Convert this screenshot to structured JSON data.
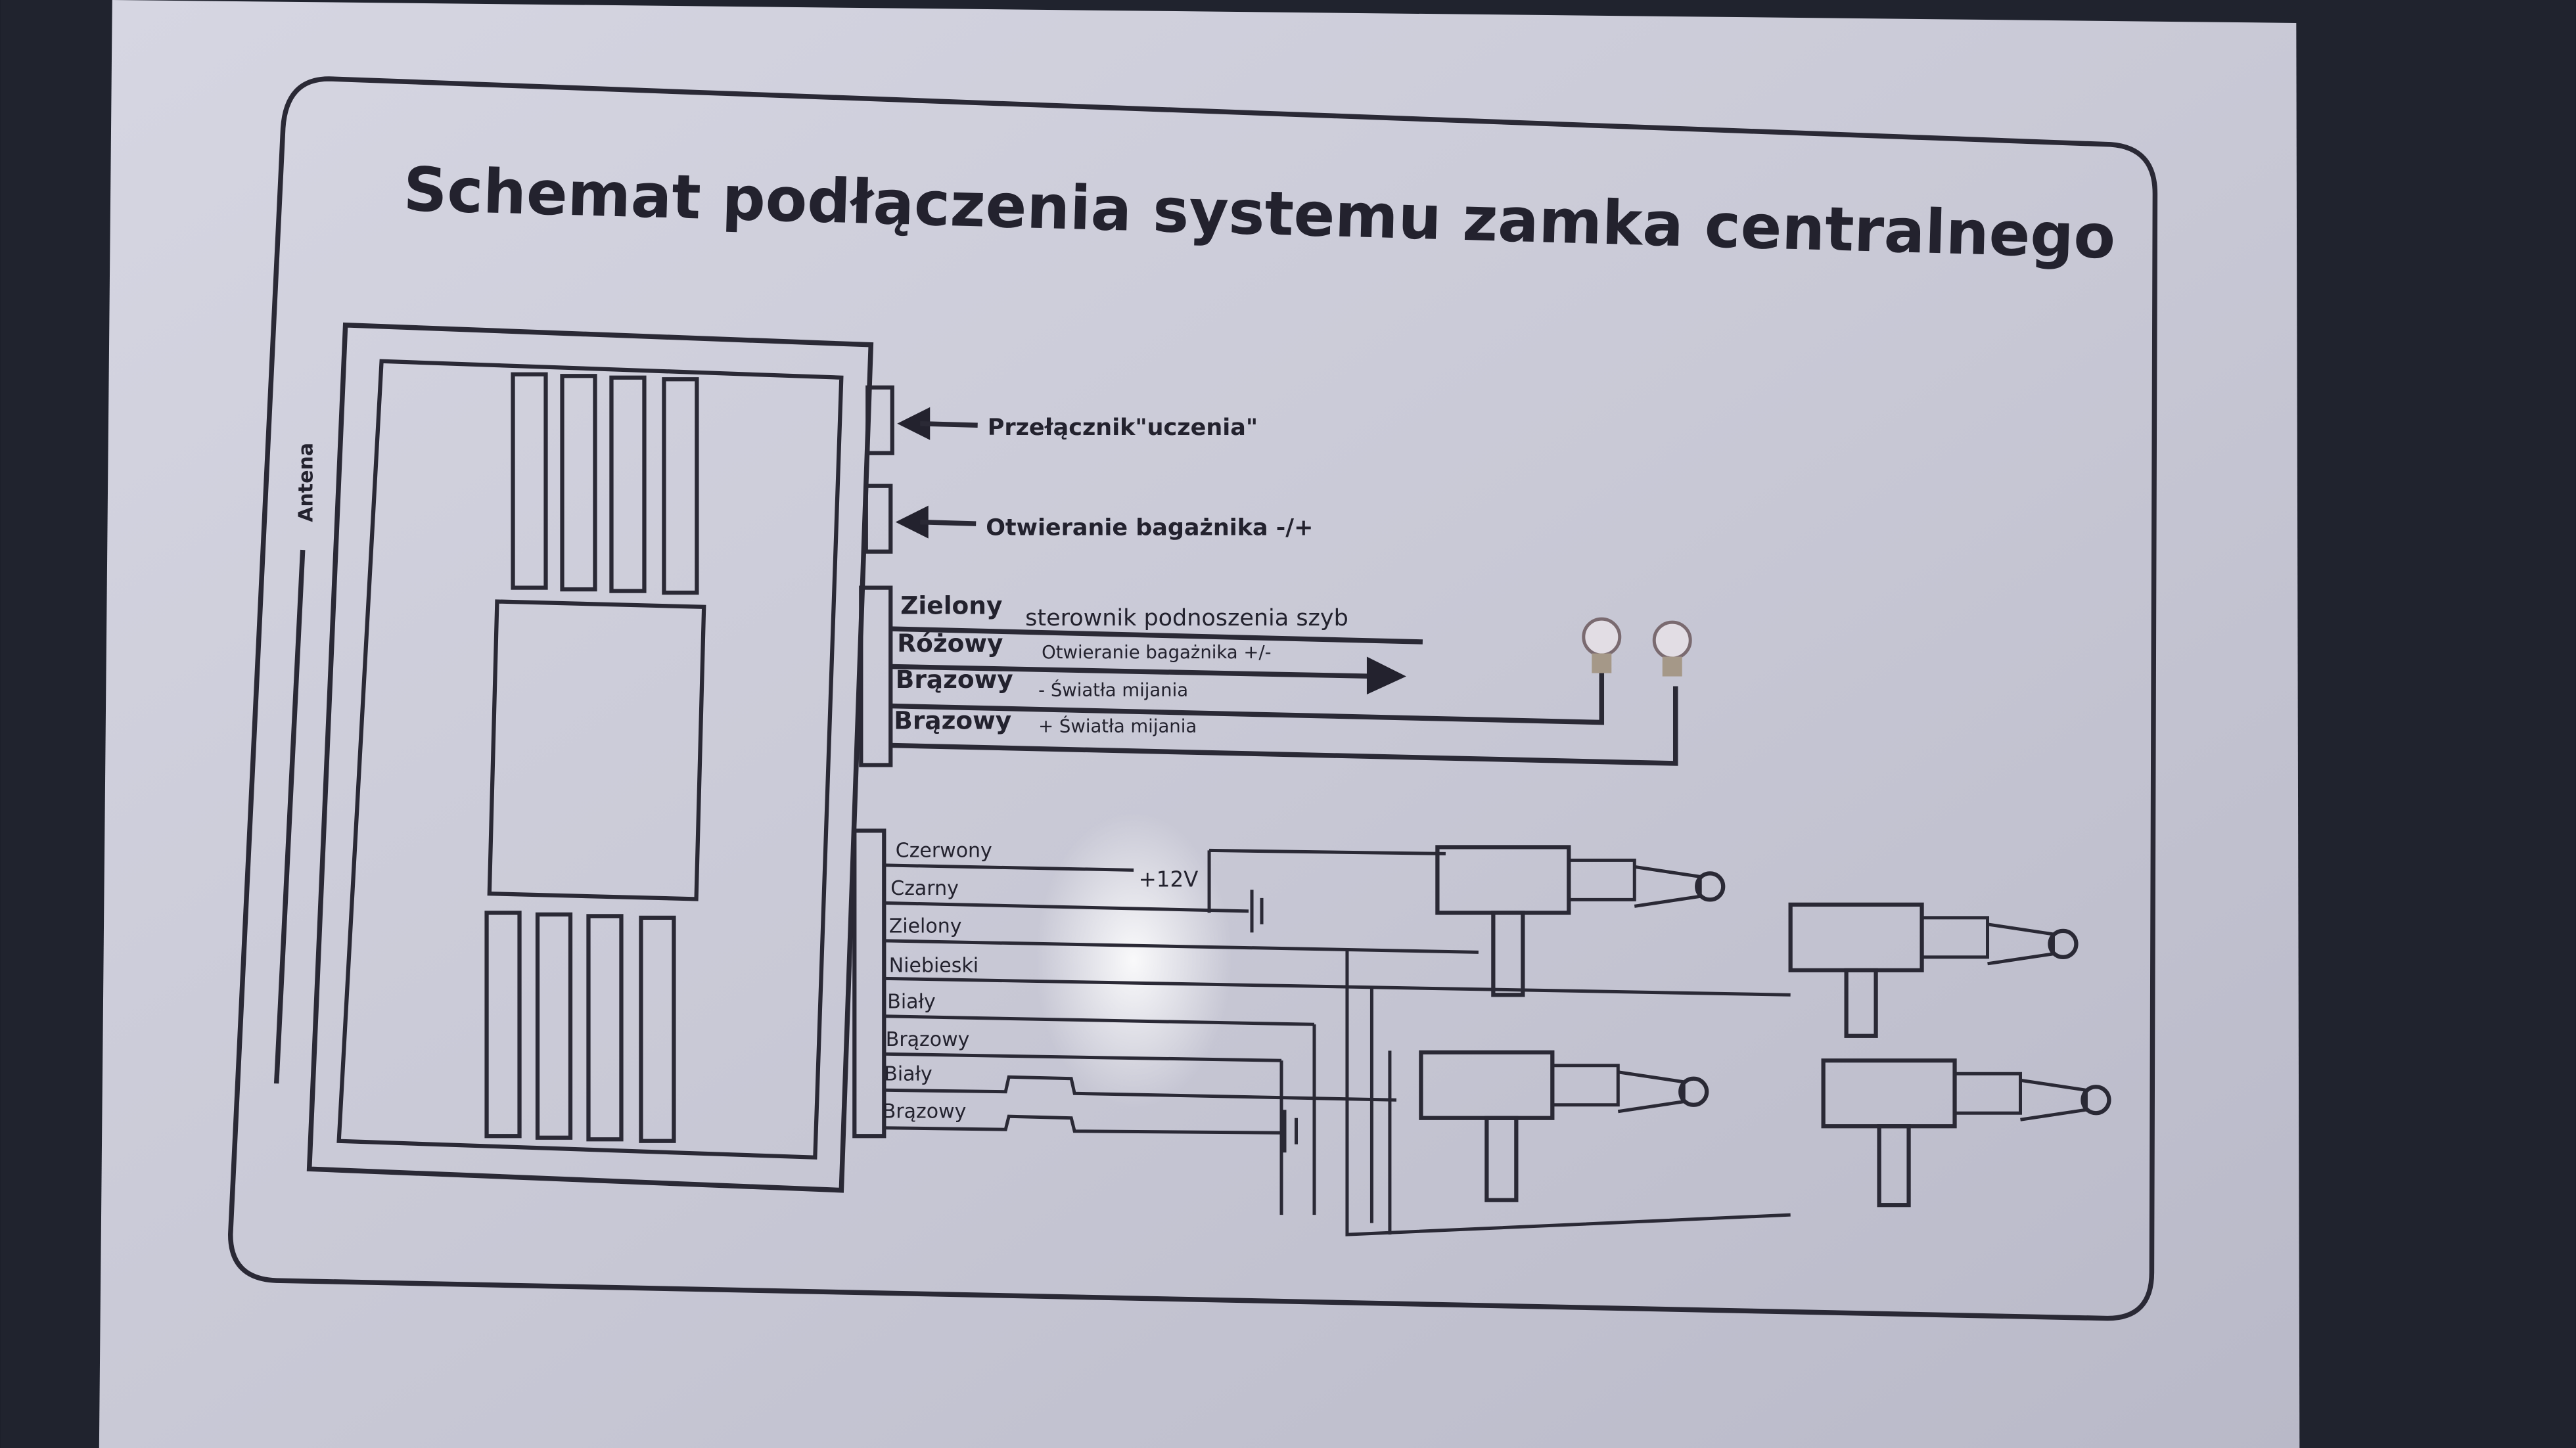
{
  "title": "Schemat podłączenia systemu zamka centralnego",
  "antenna_label": "Antena",
  "inputs": [
    {
      "label": "Przełącznik\"uczenia\""
    },
    {
      "label": "Otwieranie bagażnika -/+"
    }
  ],
  "aux_wires": [
    {
      "color": "Zielony",
      "function": "sterownik podnoszenia szyb"
    },
    {
      "color": "Różowy",
      "function": "Otwieranie bagażnika +/-"
    },
    {
      "color": "Brązowy",
      "function": "- Światła mijania"
    },
    {
      "color": "Brązowy",
      "function": "+ Światła mijania"
    }
  ],
  "lock_wires": [
    {
      "color": "Czerwony"
    },
    {
      "color": "Czarny"
    },
    {
      "color": "Zielony"
    },
    {
      "color": "Niebieski"
    },
    {
      "color": "Biały"
    },
    {
      "color": "Brązowy"
    },
    {
      "color": "Biały"
    },
    {
      "color": "Brązowy"
    }
  ],
  "supply_label": "+12V"
}
